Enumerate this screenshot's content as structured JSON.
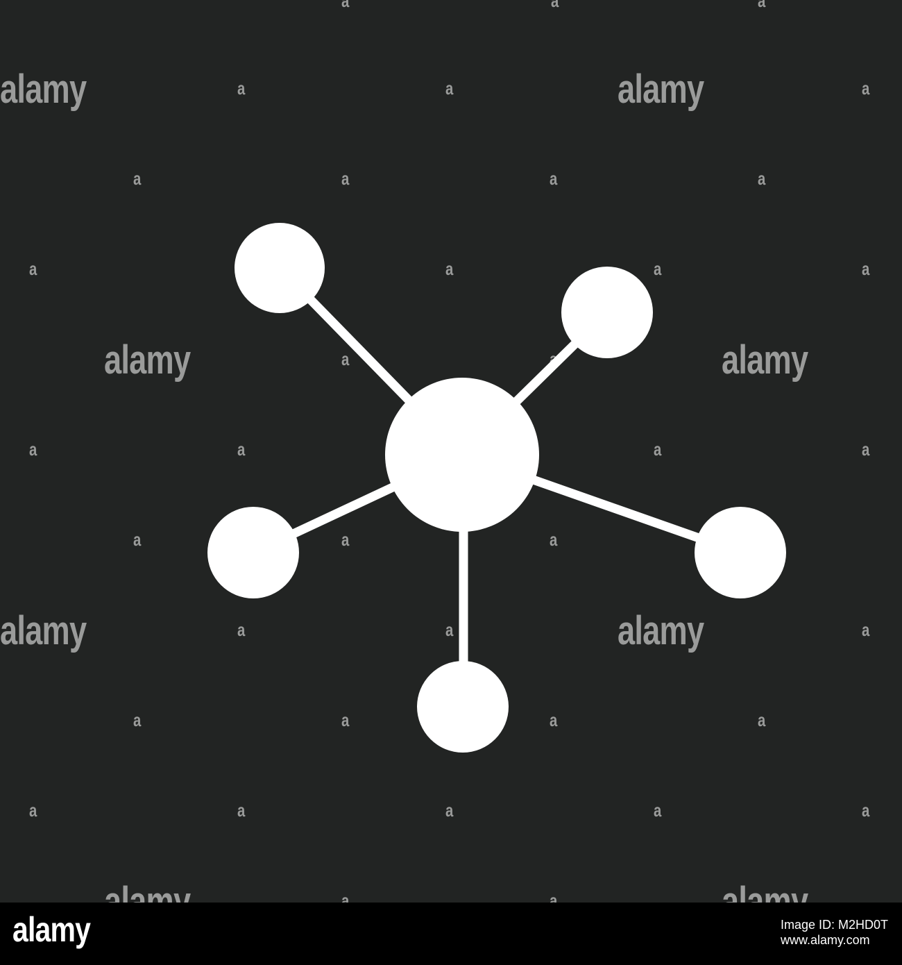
{
  "colors": {
    "background": "#222423",
    "icon": "#ffffff",
    "watermark": "#9a9b9a",
    "footer_background": "#000000",
    "footer_text": "#ffffff"
  },
  "icon": {
    "name": "network-molecule-icon",
    "nodes": 6,
    "connections": 5
  },
  "watermark": {
    "brand_text": "alamy",
    "mark_text": "a"
  },
  "footer": {
    "logo": "alamy",
    "image_id_label": "Image ID: M2HD0T",
    "website": "www.alamy.com"
  }
}
